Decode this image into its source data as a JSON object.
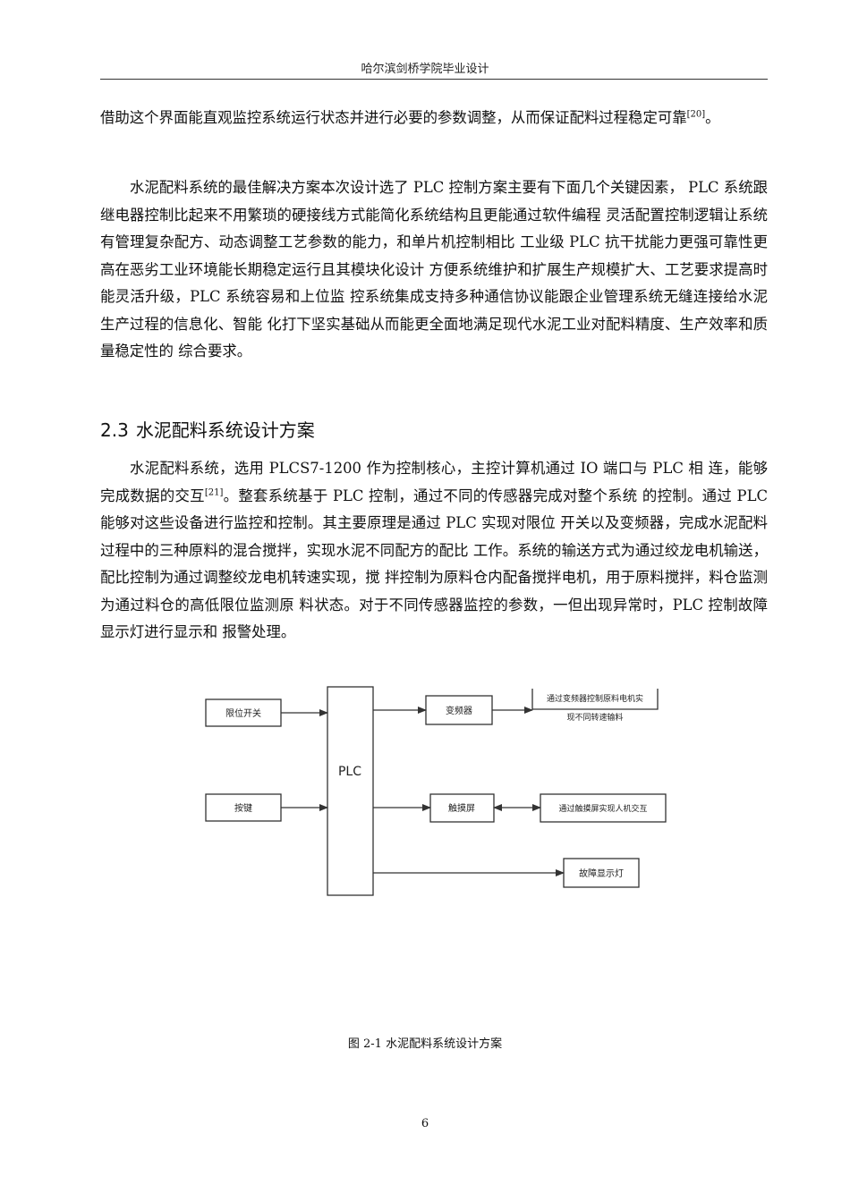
{
  "header": {
    "title": "哈尔滨剑桥学院毕业设计"
  },
  "paragraphs": {
    "p1": "借助这个界面能直观监控系统运行状态并进行必要的参数调整，从而保证配料过程稳定可靠",
    "p1_cite": "[20]",
    "p1_end": "。",
    "p2": "水泥配料系统的最佳解决方案本次设计选了 PLC 控制方案主要有下面几个关键因素， PLC 系统跟继电器控制比起来不用繁琐的硬接线方式能简化系统结构且更能通过软件编程 灵活配置控制逻辑让系统有管理复杂配方、动态调整工艺参数的能力，和单片机控制相比 工业级 PLC 抗干扰能力更强可靠性更高在恶劣工业环境能长期稳定运行且其模块化设计 方便系统维护和扩展生产规模扩大、工艺要求提高时能灵活升级，PLC 系统容易和上位监 控系统集成支持多种通信协议能跟企业管理系统无缝连接给水泥生产过程的信息化、智能 化打下坚实基础从而能更全面地满足现代水泥工业对配料精度、生产效率和质量稳定性的 综合要求。",
    "p3_a": "水泥配料系统，选用 PLCS7-1200 作为控制核心，主控计算机通过 IO 端口与 PLC 相 连，能够完成数据的交互",
    "p3_cite": "[21]",
    "p3_b": "。整套系统基于 PLC 控制，通过不同的传感器完成对整个系统 的控制。通过 PLC 能够对这些设备进行监控和控制。其主要原理是通过 PLC 实现对限位 开关以及变频器，完成水泥配料过程中的三种原料的混合搅拌，实现水泥不同配方的配比 工作。系统的输送方式为通过绞龙电机输送，配比控制为通过调整绞龙电机转速实现，搅 拌控制为原料仓内配备搅拌电机，用于原料搅拌，料仓监测为通过料仓的高低限位监测原 料状态。对于不同传感器监控的参数，一但出现异常时，PLC 控制故障显示灯进行显示和 报警处理。"
  },
  "section": {
    "number": "2.3",
    "title": "水泥配料系统设计方案"
  },
  "diagram": {
    "input_limit_switch": "限位开关",
    "input_button": "按键",
    "controller": "PLC",
    "vfd": "变频器",
    "vfd_note_line1": "通过变频器控制原料电机实",
    "vfd_note_line2": "现不同转速输料",
    "touchscreen": "触摸屏",
    "touchscreen_note": "通过触摸屏实现人机交互",
    "fault_lamp": "故障显示灯"
  },
  "caption": "图 2-1 水泥配料系统设计方案",
  "page_number": "6"
}
